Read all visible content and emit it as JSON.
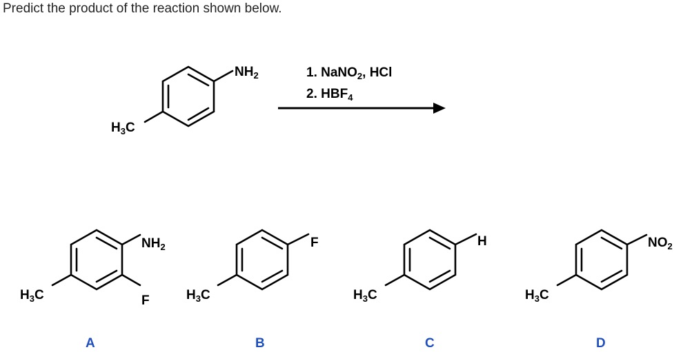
{
  "question": "Predict the product of the reaction shown below.",
  "reagents": {
    "step1": {
      "main": "1. NaNO",
      "sub": "2",
      "rest": ", HCl"
    },
    "step2": {
      "main": "2. HBF",
      "sub": "4"
    }
  },
  "reactant": {
    "group_top": {
      "main": "NH",
      "sub": "2"
    },
    "group_left": {
      "main": "H",
      "sub": "3",
      "rest": "C"
    }
  },
  "options": [
    {
      "letter": "A",
      "group_left": {
        "main": "H",
        "sub": "3",
        "rest": "C"
      },
      "group_top": {
        "main": "NH",
        "sub": "2"
      },
      "group_bottom": "F"
    },
    {
      "letter": "B",
      "group_left": {
        "main": "H",
        "sub": "3",
        "rest": "C"
      },
      "group_top": "F"
    },
    {
      "letter": "C",
      "group_left": {
        "main": "H",
        "sub": "3",
        "rest": "C"
      },
      "group_top": "H"
    },
    {
      "letter": "D",
      "group_left": {
        "main": "H",
        "sub": "3",
        "rest": "C"
      },
      "group_top": {
        "main": "NO",
        "sub": "2"
      }
    }
  ]
}
